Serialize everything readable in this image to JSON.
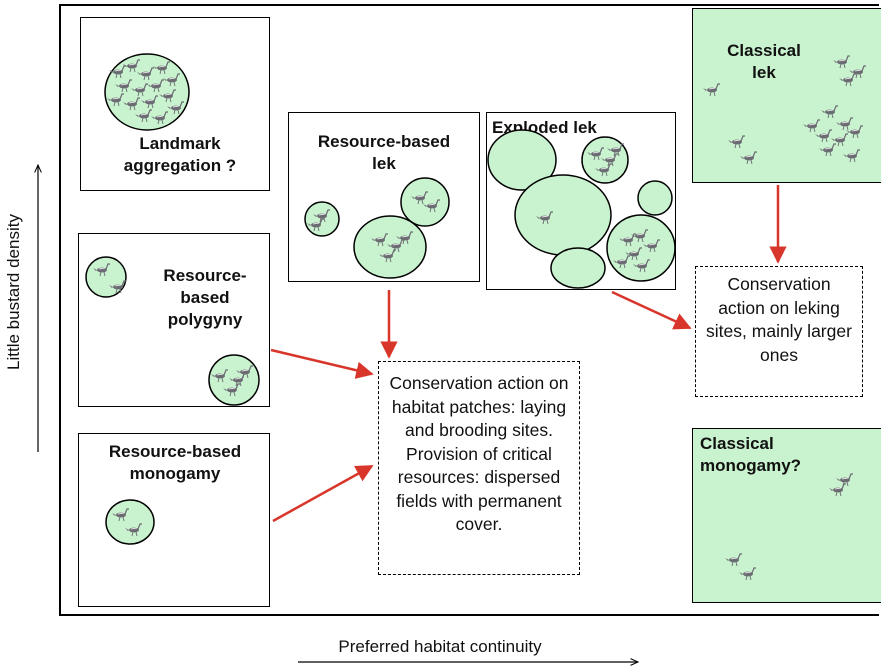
{
  "axes": {
    "y_label": "Little bustard density",
    "x_label": "Preferred habitat continuity"
  },
  "panels": {
    "landmark": {
      "label": "Landmark\naggregation ?"
    },
    "resource_lek": {
      "label": "Resource-based\nlek"
    },
    "exploded_lek": {
      "label": "Exploded lek"
    },
    "classical_lek": {
      "label": "Classical\nlek"
    },
    "resource_polygyny": {
      "label": "Resource-\nbased\npolygyny"
    },
    "resource_monogamy": {
      "label": "Resource-based\nmonogamy"
    },
    "classical_monogamy": {
      "label": "Classical\nmonogamy?"
    }
  },
  "notes": {
    "habitat_patches": "Conservation action on habitat patches: laying and brooding  sites. Provision of critical resources: dispersed fields with permanent cover.",
    "leking_sites": "Conservation action on leking sites, mainly larger ones"
  },
  "colors": {
    "habitat_fill": "#c9f2cf",
    "arrow": "#d9362b",
    "bird": "#6b6b72"
  }
}
